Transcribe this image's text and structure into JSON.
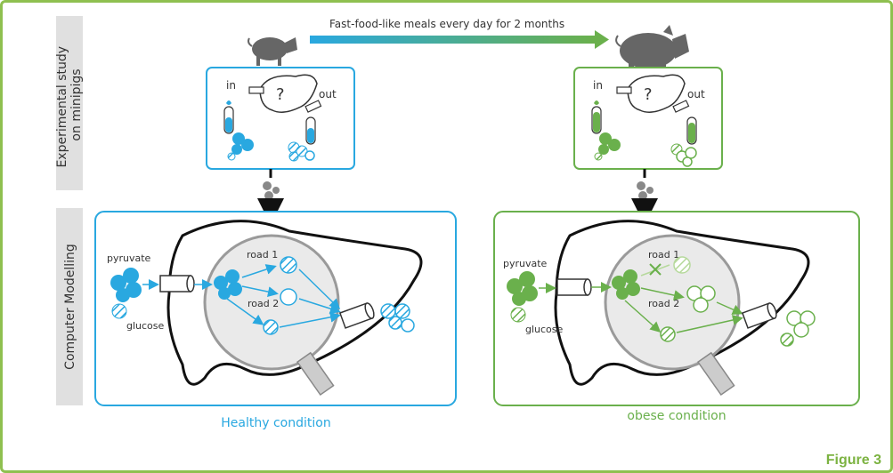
{
  "top_arrow_label": "Fast-food-like meals every day for 2 months",
  "sidebar": {
    "experimental": [
      "Experimental study",
      "on minipigs"
    ],
    "modelling": "Computer Modelling"
  },
  "healthy": {
    "in": "in",
    "out": "out",
    "question": "?",
    "pyruvate": "pyruvate",
    "glucose": "glucose",
    "road1": "road 1",
    "road2": "road 2",
    "condition": "Healthy condition"
  },
  "obese": {
    "in": "in",
    "out": "out",
    "question": "?",
    "pyruvate": "pyruvate",
    "glucose": "glucose",
    "road1": "road 1",
    "road2": "road 2",
    "condition": "obese condition"
  },
  "figure_label": "Figure 3",
  "colors": {
    "healthy": "#29a8e0",
    "obese": "#6ab04c",
    "frame": "#8fc050",
    "sidebar": "#e0e0e0"
  }
}
